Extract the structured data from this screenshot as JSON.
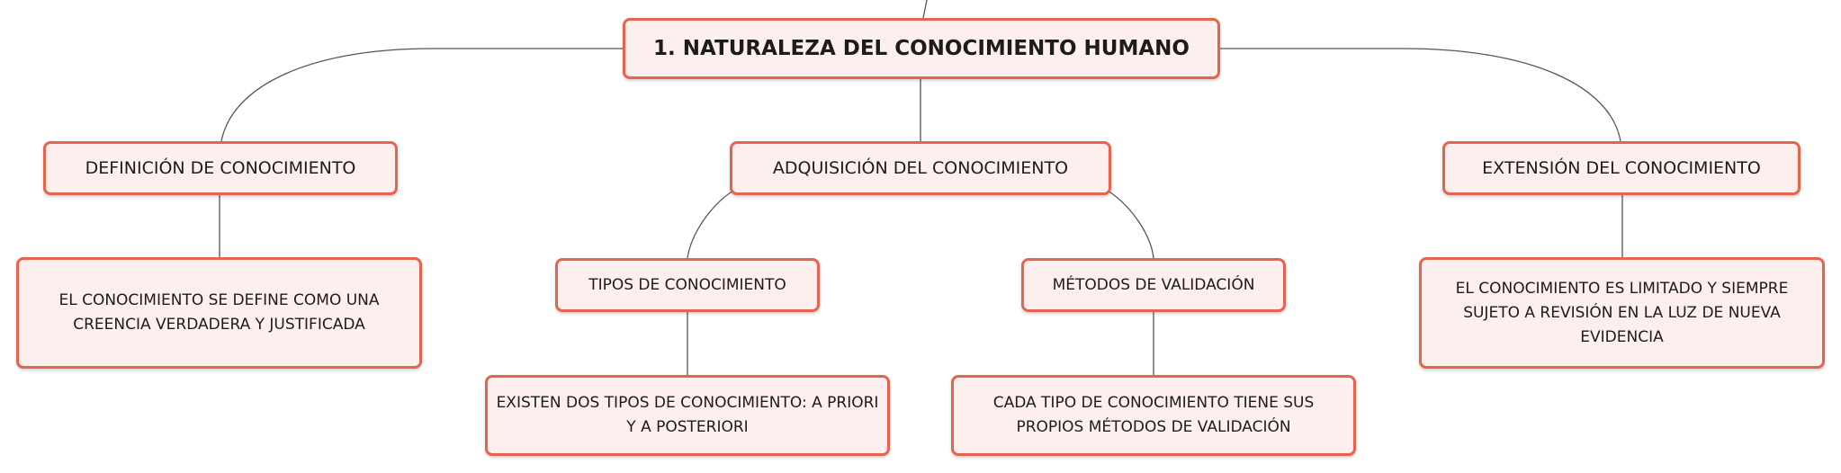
{
  "colors": {
    "node_border": "#e4644e",
    "node_fill": "#fdefee",
    "connector": "#555555",
    "text": "#1c1c1c"
  },
  "root": {
    "label": "1. NATURALEZA DEL CONOCIMIENTO HUMANO"
  },
  "branches": [
    {
      "label": "DEFINICIÓN DE CONOCIMIENTO",
      "detail": "EL CONOCIMIENTO SE DEFINE COMO UNA CREENCIA VERDADERA Y JUSTIFICADA"
    },
    {
      "label": "ADQUISICIÓN DEL CONOCIMIENTO",
      "children": [
        {
          "label": "TIPOS DE CONOCIMIENTO",
          "detail": "EXISTEN DOS TIPOS DE CONOCIMIENTO: A PRIORI Y A POSTERIORI"
        },
        {
          "label": "MÉTODOS DE VALIDACIÓN",
          "detail": "CADA TIPO DE CONOCIMIENTO TIENE SUS PROPIOS MÉTODOS DE VALIDACIÓN"
        }
      ]
    },
    {
      "label": "EXTENSIÓN DEL CONOCIMIENTO",
      "detail": "EL CONOCIMIENTO ES LIMITADO Y SIEMPRE SUJETO A REVISIÓN EN LA LUZ DE NUEVA EVIDENCIA"
    }
  ]
}
